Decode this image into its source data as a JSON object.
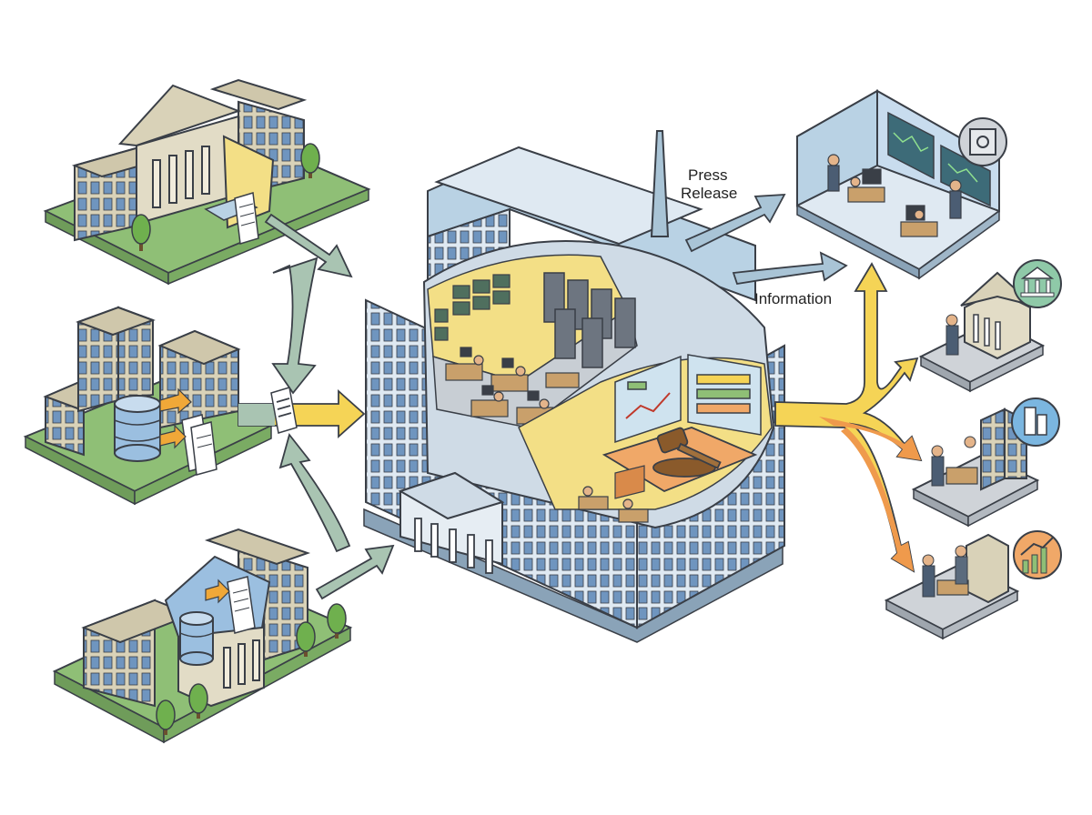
{
  "labels": {
    "press_release_line1": "Press",
    "press_release_line2": "Release",
    "information": "Information"
  },
  "colors": {
    "background": "#ffffff",
    "outline": "#3a3f47",
    "grass": "#8fbf76",
    "building_beige": "#d9d2b8",
    "building_blue": "#b9d2e4",
    "window_blue": "#6f95bf",
    "interior_yellow": "#f3df86",
    "interior_orange": "#f0a868",
    "arrow_sage": "#a9c4b2",
    "arrow_steel": "#a9c4d6",
    "arrow_yellow": "#f5d456",
    "arrow_orange": "#ef9a4c",
    "platform_gray": "#cfd3d8"
  },
  "icons": {
    "safe": "safe-icon",
    "bank": "bank-icon",
    "office": "office-building-icon",
    "growth": "growth-chart-icon",
    "gavel": "gavel-icon",
    "database": "database-icon",
    "document": "document-icon"
  }
}
